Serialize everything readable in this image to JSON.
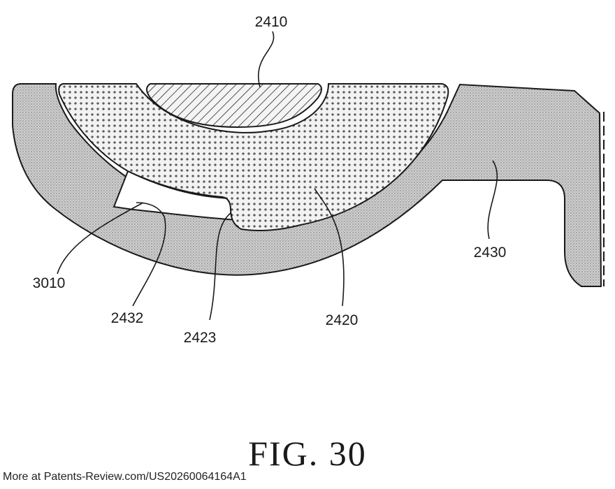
{
  "figure": {
    "caption": "FIG. 30",
    "labels": {
      "l2410": "2410",
      "l2420": "2420",
      "l2423": "2423",
      "l2430": "2430",
      "l2432": "2432",
      "l3010": "3010"
    }
  },
  "footer": {
    "text": "More at Patents-Review.com/US20260064164A1"
  },
  "colors": {
    "line": "#1a1a1a",
    "fill_housing": "#c8c8c8",
    "fill_dotted": "#ececec",
    "fill_hatch": "#e4e4e4"
  }
}
